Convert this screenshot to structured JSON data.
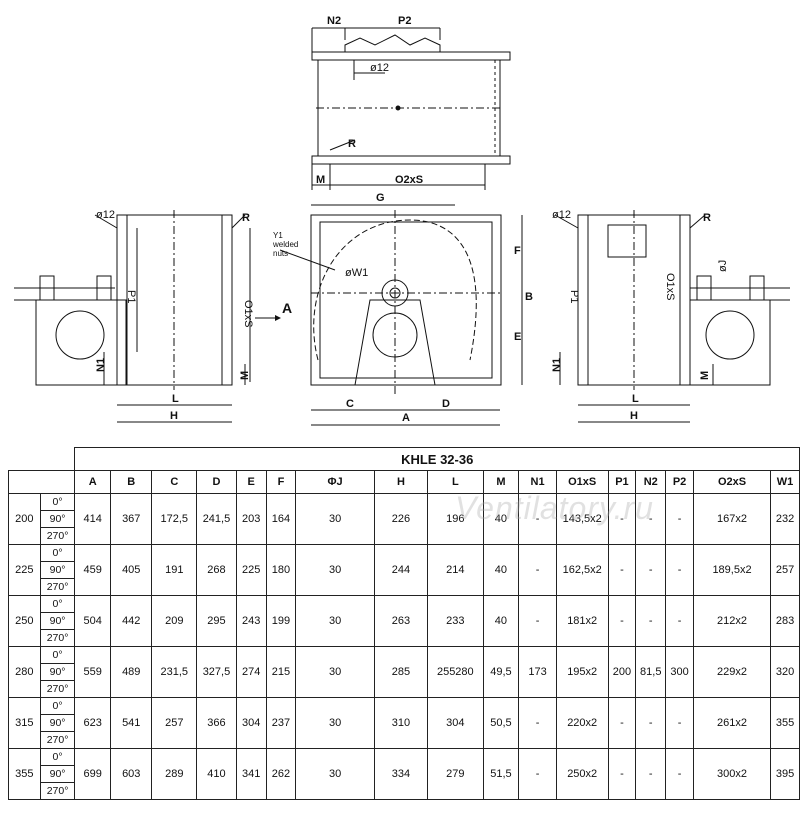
{
  "drawing": {
    "top_view": {
      "n2": "N2",
      "p2": "P2",
      "hole": "ø12",
      "radius": "R",
      "m": "M",
      "o2xs": "O2xS"
    },
    "left_view": {
      "hole": "ø12",
      "radius": "R",
      "p1": "P1",
      "o1xs": "O1xS",
      "n1": "N1",
      "m": "M",
      "l": "L",
      "h": "H",
      "arrow": "A"
    },
    "front_view": {
      "g": "G",
      "y1_line1": "Y1",
      "y1_line2": "welded",
      "y1_line3": "nuts",
      "w1": "øW1",
      "f": "F",
      "b": "B",
      "e": "E",
      "c": "C",
      "d": "D",
      "a": "A"
    },
    "right_view": {
      "hole": "ø12",
      "radius": "R",
      "o1xs": "O1xS",
      "j": "øJ",
      "p1": "P1",
      "n1": "N1",
      "m": "M",
      "l": "L",
      "h": "H"
    }
  },
  "watermark": "Ventilatory.ru",
  "table": {
    "title": "KHLE 32-36",
    "headers": [
      "A",
      "B",
      "C",
      "D",
      "E",
      "F",
      "ΦJ",
      "H",
      "L",
      "M",
      "N1",
      "O1xS",
      "P1",
      "N2",
      "P2",
      "O2xS",
      "W1"
    ],
    "angles": [
      "0°",
      "90°",
      "270°"
    ],
    "rows": [
      {
        "size": "200",
        "values": [
          "414",
          "367",
          "172,5",
          "241,5",
          "203",
          "164",
          "30",
          "226",
          "196",
          "40",
          "-",
          "143,5x2",
          "-",
          "-",
          "-",
          "167x2",
          "232"
        ]
      },
      {
        "size": "225",
        "values": [
          "459",
          "405",
          "191",
          "268",
          "225",
          "180",
          "30",
          "244",
          "214",
          "40",
          "-",
          "162,5x2",
          "-",
          "-",
          "-",
          "189,5x2",
          "257"
        ]
      },
      {
        "size": "250",
        "values": [
          "504",
          "442",
          "209",
          "295",
          "243",
          "199",
          "30",
          "263",
          "233",
          "40",
          "-",
          "181x2",
          "-",
          "-",
          "-",
          "212x2",
          "283"
        ]
      },
      {
        "size": "280",
        "values": [
          "559",
          "489",
          "231,5",
          "327,5",
          "274",
          "215",
          "30",
          "285",
          "255280",
          "49,5",
          "173",
          "195x2",
          "200",
          "81,5",
          "300",
          "229x2",
          "320"
        ]
      },
      {
        "size": "315",
        "values": [
          "623",
          "541",
          "257",
          "366",
          "304",
          "237",
          "30",
          "310",
          "304",
          "50,5",
          "-",
          "220x2",
          "-",
          "-",
          "-",
          "261x2",
          "355"
        ]
      },
      {
        "size": "355",
        "values": [
          "699",
          "603",
          "289",
          "410",
          "341",
          "262",
          "30",
          "334",
          "279",
          "51,5",
          "-",
          "250x2",
          "-",
          "-",
          "-",
          "300x2",
          "395"
        ]
      }
    ]
  }
}
